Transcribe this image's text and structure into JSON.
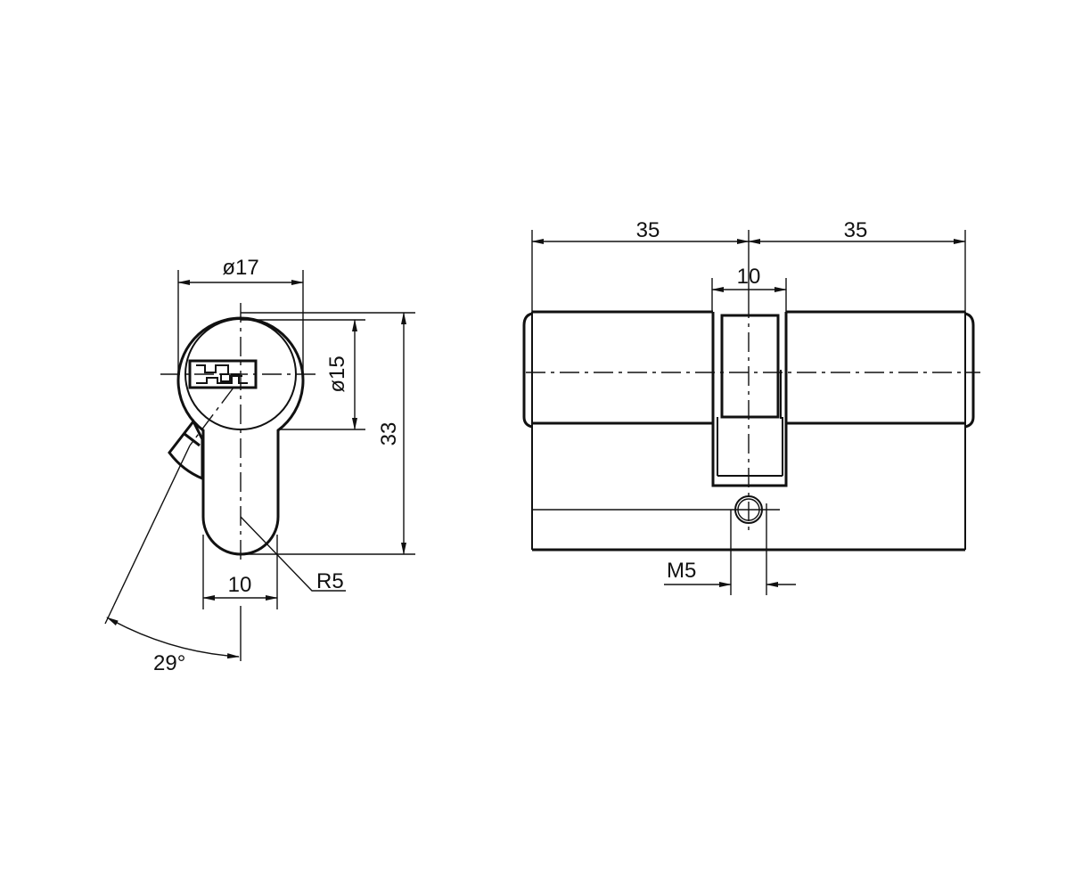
{
  "drawing": {
    "title": "Euro profile double cylinder technical drawing",
    "color_line": "#111111",
    "front_view": {
      "dim_outer_diameter": "ø17",
      "dim_inner_diameter": "ø15",
      "dim_height": "33",
      "dim_body_width": "10",
      "dim_radius": "R5",
      "dim_cam_angle": "29°"
    },
    "side_view": {
      "dim_left_length": "35",
      "dim_right_length": "35",
      "dim_cam_width": "10",
      "dim_screw": "M5"
    }
  }
}
